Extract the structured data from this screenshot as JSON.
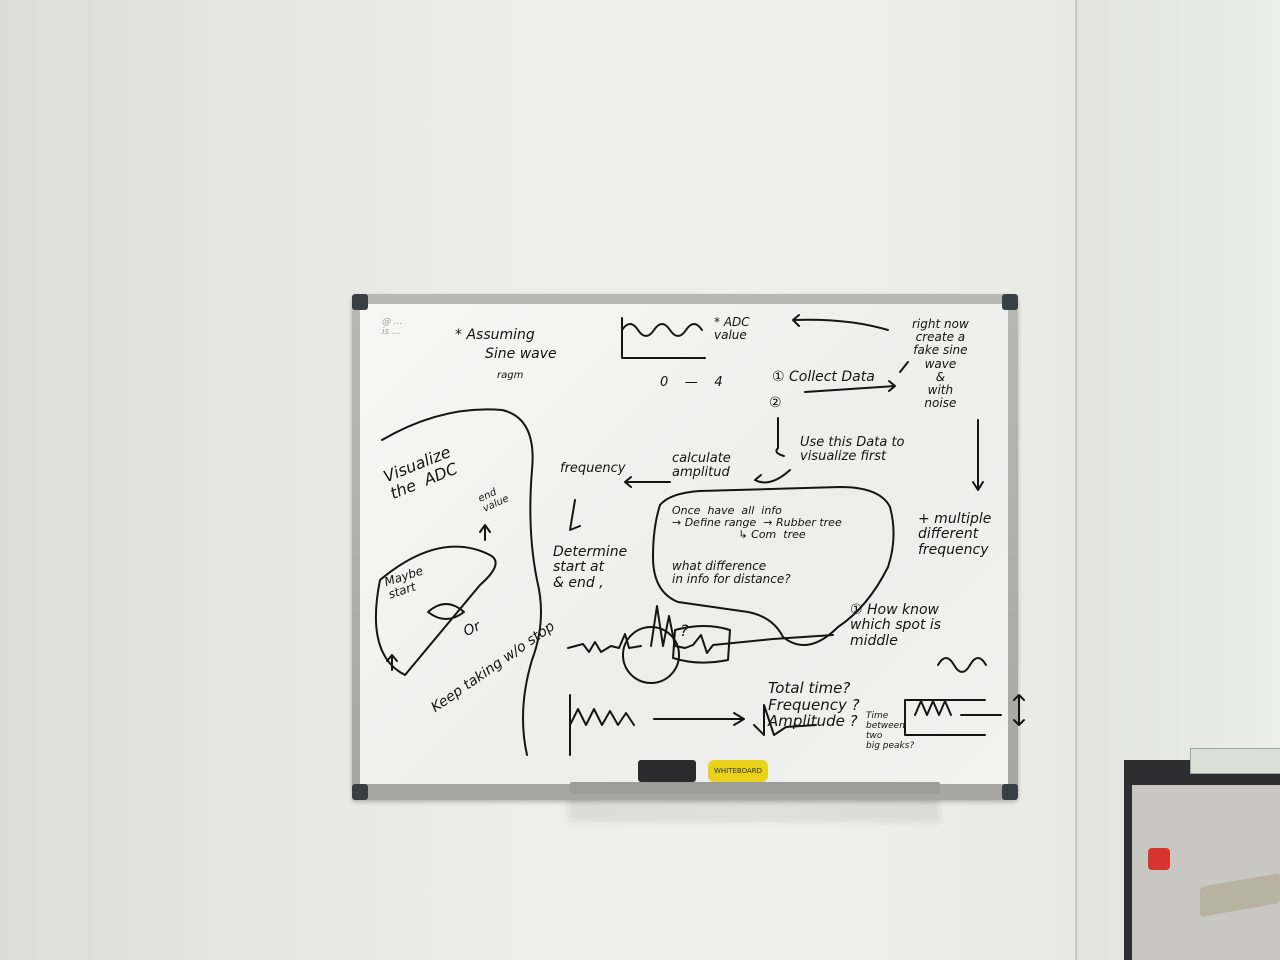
{
  "board": {
    "lines": {
      "assuming": "* Assuming",
      "sine_wave": "Sine wave",
      "ragm": "ragm",
      "adc_value": "* ADC\nvalue",
      "zero_dash_4": "0    —    4",
      "collect_data": "① Collect Data",
      "two": "②",
      "right_now": "right now\ncreate a\nfake sine\nwave\n&\nwith\nnoise",
      "use_this_data": "Use this Data to\nvisualize first",
      "calculate_amplitude": "calculate\namplitud",
      "frequency": "frequency",
      "visualize_adc": "Visualize\nthe  ADC",
      "end_value": "end\nvalue",
      "once_have": "Once  have  all  info\n→ Define range  → Rubber tree\n                   ↳ Com  tree",
      "what_difference": "what difference\nin info for distance?",
      "multiple": "+ multiple\ndifferent\nfrequency",
      "determine": "Determine\nstart at\n& end ,",
      "maybe_start": "Maybe\nstart",
      "or": "Or",
      "keep_taking": "Keep taking w/o stop",
      "how_know": "① How know\nwhich spot is\nmiddle",
      "total_time": "Total time?\nFrequency ?\nAmplitude ?",
      "time_between": "Time\nbetween\ntwo\nbig peaks?",
      "question": "?",
      "top_left_faint": "@ ...\nis ..."
    }
  },
  "eraser_label": "WHITEBOARD"
}
